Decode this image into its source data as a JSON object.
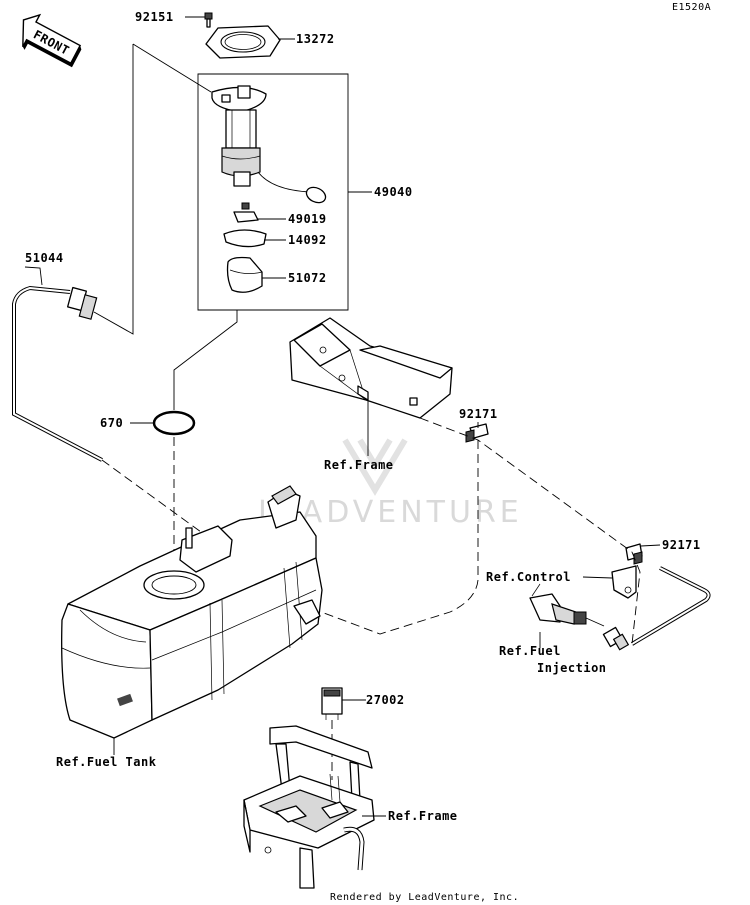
{
  "diagram_code": "E1520A",
  "front_arrow": "FRONT",
  "watermark": "LEADVENTURE",
  "footer": "Rendered by LeadVenture, Inc.",
  "parts": {
    "p92151": "92151",
    "p13272": "13272",
    "p49040": "49040",
    "p49019": "49019",
    "p14092": "14092",
    "p51072": "51072",
    "p51044": "51044",
    "p670": "670",
    "p92171a": "92171",
    "p92171b": "92171",
    "p27002": "27002"
  },
  "refs": {
    "frame_top": "Ref.Frame",
    "control": "Ref.Control",
    "fuel_injection_1": "Ref.Fuel",
    "fuel_injection_2": "Injection",
    "fuel_tank": "Ref.Fuel Tank",
    "frame_bottom": "Ref.Frame"
  }
}
